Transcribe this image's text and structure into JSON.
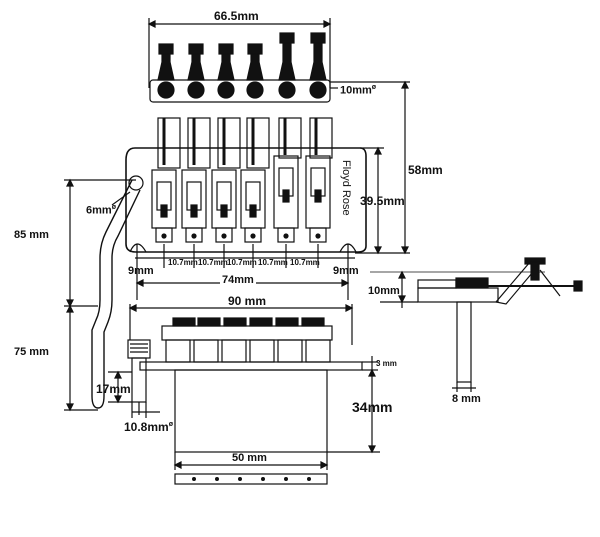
{
  "diagram": {
    "brand": "Floyd Rose",
    "top_view": {
      "tuner_span": "66.5mm",
      "tuner_diameter": "10mm",
      "overall_height": "58mm",
      "plate_height": "39.5mm",
      "arm_diameter": "6mm",
      "arm_length_upper": "85 mm",
      "arm_length_lower": "75 mm",
      "edge_left": "9mm",
      "edge_right": "9mm",
      "string_spacing": [
        "10.7mm",
        "10.7mm",
        "10.7mm",
        "10.7mm",
        "10.7mm"
      ],
      "post_spacing": "74mm"
    },
    "front_view": {
      "overall_width": "90 mm",
      "plate_thickness": "3 mm",
      "block_height": "34mm",
      "post_height": "17mm",
      "post_diameter": "10.8mm",
      "block_width": "50 mm"
    },
    "side_view": {
      "height": "10mm",
      "stud_diameter": "8 mm"
    },
    "symbols": {
      "diameter": "ø"
    }
  }
}
